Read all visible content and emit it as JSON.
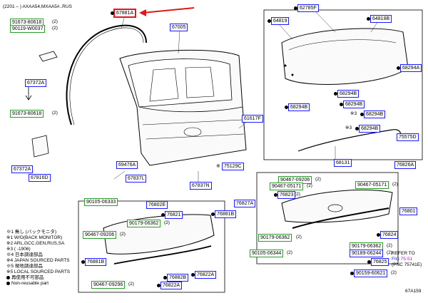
{
  "header": {
    "model_text": "(2201 –     ) AXAA54,MXAA5#..RUS"
  },
  "labels": {
    "p67881A": "67881A",
    "p67005": "67005",
    "p62785F": "62785F",
    "p64819": "64819",
    "p64818B": "64818B",
    "p68294A": "68294A",
    "p68294B_1": "68294B",
    "p68294B_2": "68294B",
    "p68294B_3": "68294B",
    "p68294B_4": "68294B",
    "p68294B_5": "68294B",
    "p75575D": "75575D",
    "p68131": "68131",
    "p67372A_1": "67372A",
    "p67372A_2": "67372A",
    "p67816D": "67816D",
    "p61617F": "61617F",
    "p69476A": "69476A",
    "p67837L": "67837L",
    "p67837N": "67837N",
    "p75129C": "75129C",
    "p76826A": "76826A",
    "p76827A": "76827A",
    "p76802E": "76802E",
    "p76801": "76801",
    "p76821": "76821",
    "p76881B_1": "76881B",
    "p76881B_2": "76881B",
    "p76882B": "76882B",
    "p76822A_1": "76822A",
    "p76822A_2": "76822A",
    "p76823": "76823",
    "p76824": "76824",
    "p76825": "76825",
    "g_91673_80618_a": "91673-80618",
    "g_90119_W0037": "90119-W0037",
    "g_91673_80618_b": "91673-80618",
    "g_90105_06333": "90105-06333",
    "g_90179_06362_a": "90179-06362",
    "g_90467_09206": "90467-09206",
    "g_90467_09296": "90467-09296",
    "g_90467_09206_b": "90467-09206",
    "g_90467_05171_a": "90467-05171",
    "g_90467_05171_b": "90467-05171",
    "g_90179_06362_b": "90179-06362",
    "g_90105_06344": "90105-06344",
    "g_90189_06244": "90189-06244",
    "g_90179_06362_c": "90179-06362",
    "g_90159_60621": "90159-60621"
  },
  "quantities": {
    "q1": "(2)",
    "q2": "(2)",
    "q3": "(2)",
    "q4": "(2)",
    "q5": "(2)",
    "q6": "(2)",
    "q7": "(2)",
    "q8": "(2)",
    "q9": "(2)",
    "q10": "(2)",
    "q11": "(2)",
    "q12": "(2)",
    "q13": "(2)",
    "q14": "(2)",
    "q15": "(2)"
  },
  "legend": {
    "l1": "※1 無し (バックモニタ)",
    "l2": "※1 W/O(BACK MONITOR)",
    "l3": "※2 ARL,GCC,GEN,RUS,SA",
    "l4": "※3 (      -1906)",
    "l5": "※4 日本調達部品",
    "l6": "※4 JAPAN SOURCED PARTS",
    "l7": "※5 現地調達部品",
    "l8": "※5 LOCAL SOURCED PARTS",
    "l9": "再使用不可部品",
    "l10": "Non-reusable part"
  },
  "refer": {
    "line1": "REFER TO",
    "line2_prefix": "FIG",
    "line2_num": "75-51",
    "line3": "(PNC 75741E)"
  },
  "figure_id": "67A159"
}
